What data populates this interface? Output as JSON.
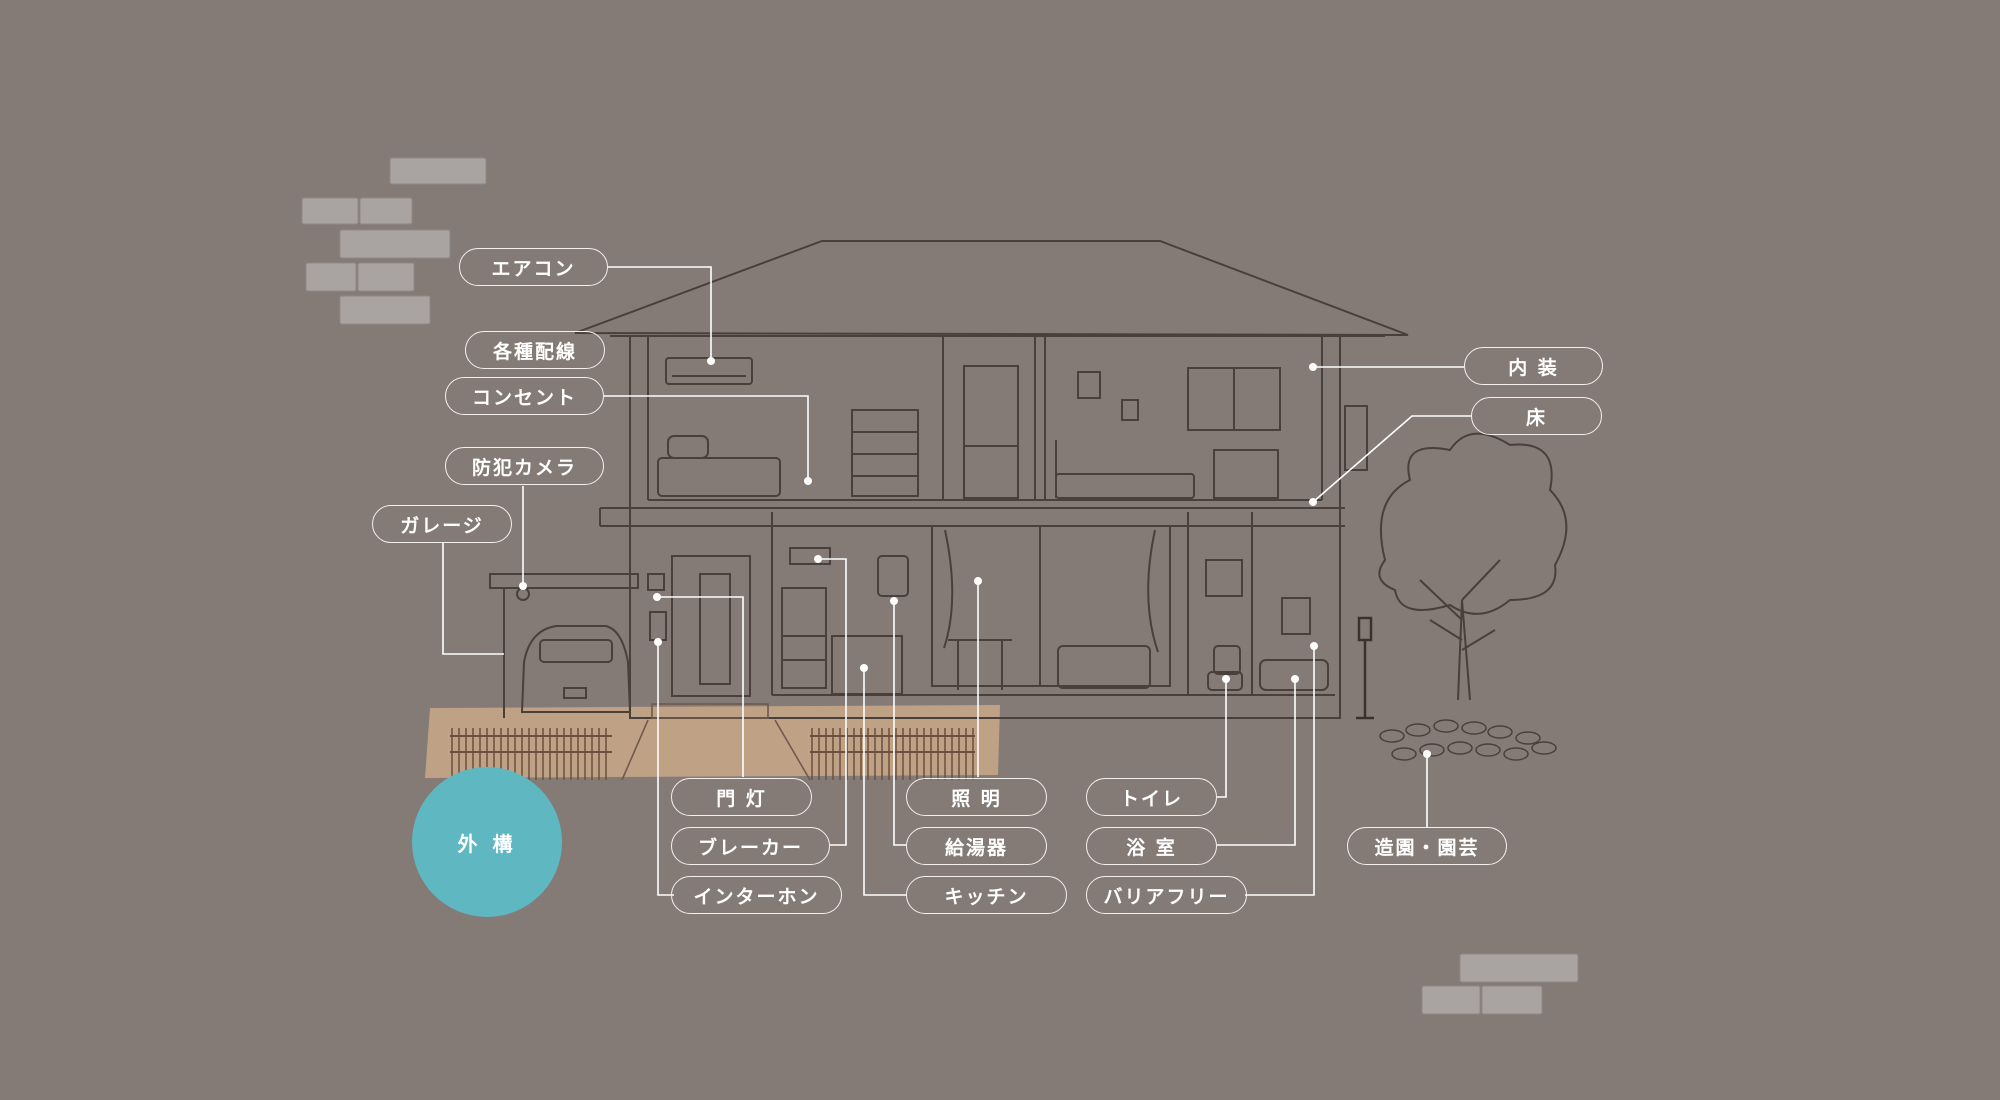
{
  "labels": {
    "aircon": "エアコン",
    "wiring": "各種配線",
    "outlet": "コンセント",
    "security_camera": "防犯カメラ",
    "garage": "ガレージ",
    "interior": "内 装",
    "floor": "床",
    "gate_light": "門 灯",
    "breaker": "ブレーカー",
    "intercom": "インターホン",
    "lighting": "照 明",
    "water_heater": "給湯器",
    "kitchen": "キッチン",
    "toilet": "トイレ",
    "bathroom": "浴 室",
    "barrier_free": "バリアフリー",
    "landscaping": "造園・園芸"
  },
  "badge": {
    "exterior": "外 構"
  },
  "colors": {
    "background": "#857b76",
    "line": "#ffffff",
    "house_stroke": "#4a403b",
    "accent_circle": "#5fb7c1",
    "ground_band": "#c9a889",
    "brick": "#a7a2a0"
  }
}
